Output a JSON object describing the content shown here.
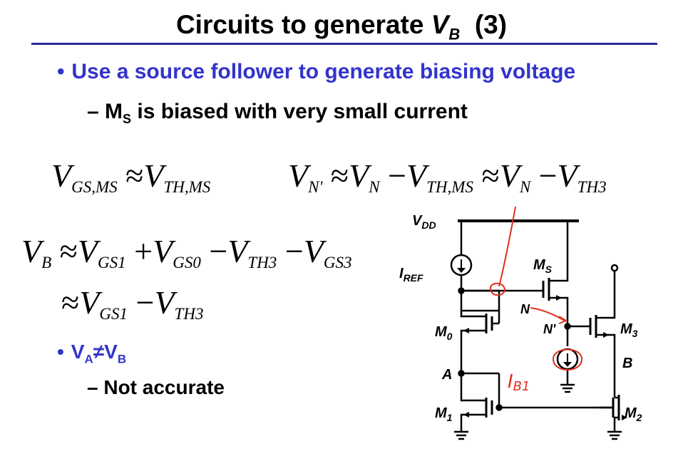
{
  "slide": {
    "title_prefix": "Circuits to generate ",
    "title_var": "V",
    "title_sub": "B",
    "title_suffix": "  (3)",
    "bullet1": "Use a source follower to generate biasing voltage",
    "sub1_pre": "– M",
    "sub1_sub": "S",
    "sub1_post": " is biased with very small current",
    "bullet2_a": "V",
    "bullet2_a_sub": "A",
    "bullet2_ne": "≠",
    "bullet2_b": "V",
    "bullet2_b_sub": "B",
    "sub2": "– Not accurate",
    "bullet_dot": "•"
  },
  "equations": {
    "eq1": {
      "l": "V",
      "ls": "GS,MS",
      "op": "≈",
      "r": "V",
      "rs": "TH,MS"
    },
    "eq2": {
      "a": "V",
      "as": "N'",
      "op1": "≈",
      "b": "V",
      "bs": "N",
      "op2": "−",
      "c": "V",
      "cs": "TH,MS",
      "op3": "≈",
      "d": "V",
      "ds": "N",
      "op4": "−",
      "e": "V",
      "es": "TH3"
    },
    "eq3": {
      "a": "V",
      "as": "B",
      "op1": "≈",
      "b": "V",
      "bs": "GS1",
      "op2": "+",
      "c": "V",
      "cs": "GS0",
      "op3": "−",
      "d": "V",
      "ds": "TH3",
      "op4": "−",
      "e": "V",
      "es": "GS3"
    },
    "eq4": {
      "op1": "≈",
      "a": "V",
      "as": "GS1",
      "op2": "−",
      "b": "V",
      "bs": "TH3"
    }
  },
  "circuit": {
    "vdd": "V",
    "vdd_sub": "DD",
    "iref": "I",
    "iref_sub": "REF",
    "ms": "M",
    "ms_sub": "S",
    "m0": "M",
    "m0_sub": "0",
    "m1": "M",
    "m1_sub": "1",
    "m2": "M",
    "m2_sub": "2",
    "m3": "M",
    "m3_sub": "3",
    "node_n": "N",
    "node_np": "N'",
    "node_a": "A",
    "node_b": "B",
    "annotation": "I",
    "annotation_sub": "B1",
    "line_color": "#000000",
    "ink_color": "#e03020"
  },
  "colors": {
    "accent": "#3333cc",
    "rule": "#2a2a9c"
  }
}
